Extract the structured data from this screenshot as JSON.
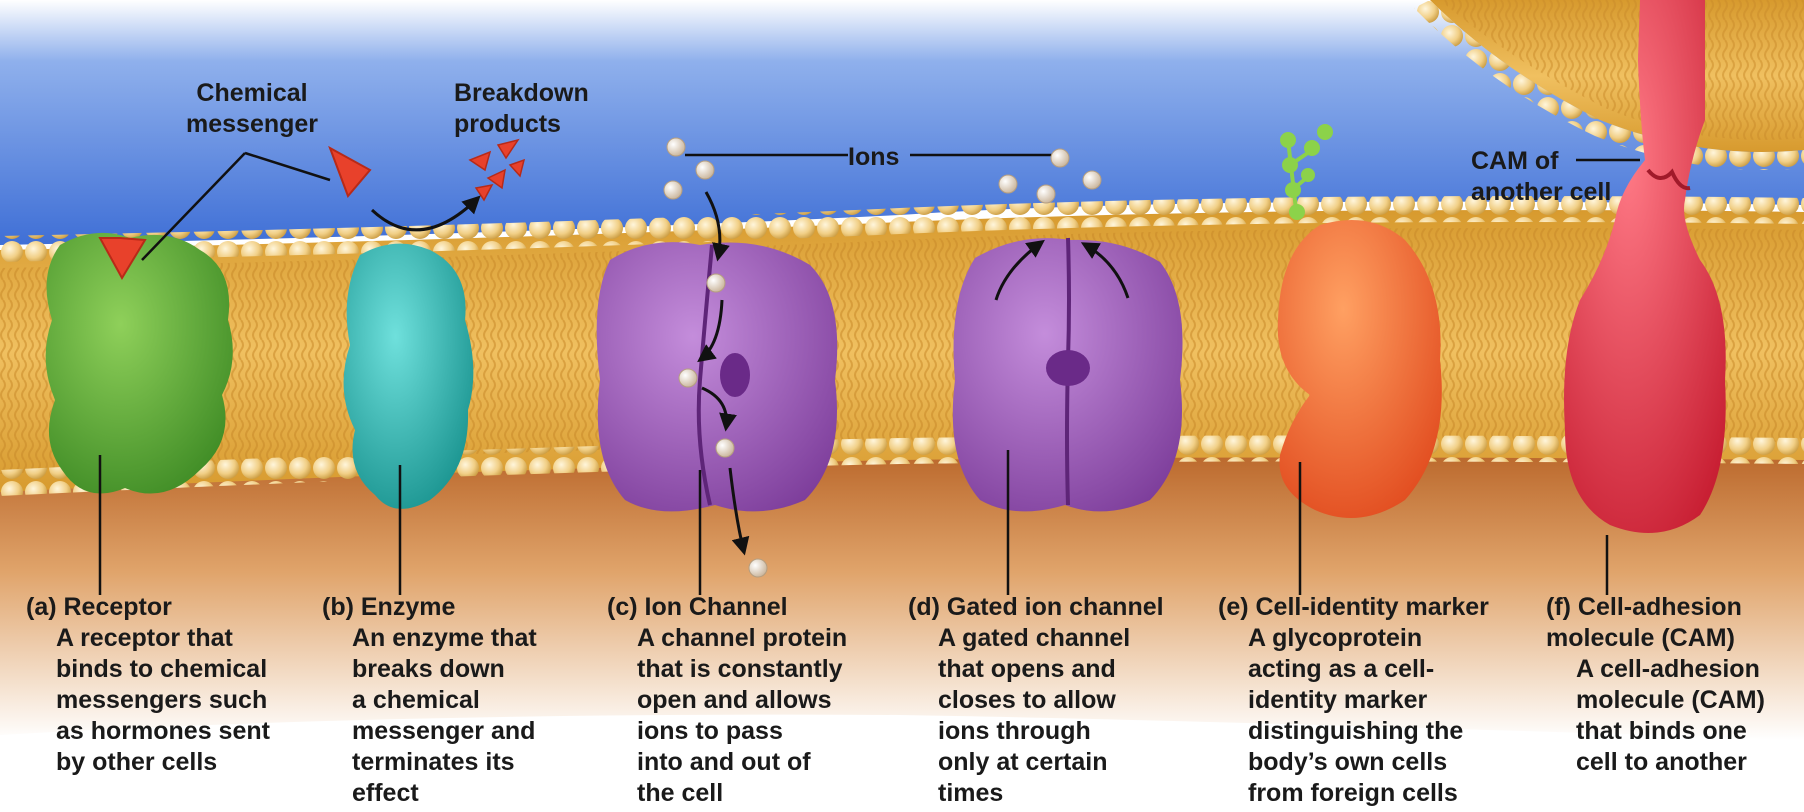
{
  "labels": {
    "chemical_messenger": "Chemical\nmessenger",
    "breakdown_products": "Breakdown\nproducts",
    "ions": "Ions",
    "cam_of_another_cell": "CAM of\nanother cell"
  },
  "proteins": [
    {
      "key": "a",
      "title": "(a) Receptor",
      "description": "A receptor that\nbinds to chemical\nmessengers such\nas hormones sent\nby other cells",
      "color": "#5ca33a"
    },
    {
      "key": "b",
      "title": "(b) Enzyme",
      "description": "An enzyme that\nbreaks down\na chemical\nmessenger and\nterminates its\neffect",
      "color": "#2fb7b3"
    },
    {
      "key": "c",
      "title": "(c) Ion Channel",
      "description": "A channel protein\nthat is constantly\nopen and allows\nions to pass\ninto and out of\nthe cell",
      "color": "#9a55b5"
    },
    {
      "key": "d",
      "title": "(d) Gated ion channel",
      "description": "A gated channel\nthat opens and\ncloses to allow\nions through\nonly at certain\ntimes",
      "color": "#9a55b5"
    },
    {
      "key": "e",
      "title": "(e) Cell-identity marker",
      "description": "A glycoprotein\nacting as a cell-\nidentity marker\ndistinguishing the\nbody’s own cells\nfrom foreign cells",
      "color": "#f26a2e"
    },
    {
      "key": "f",
      "title": "(f) Cell-adhesion\nmolecule (CAM)",
      "description": "A cell-adhesion\nmolecule (CAM)\nthat binds one\ncell to another",
      "color": "#e03a4a"
    }
  ],
  "colors": {
    "extracellular_fluid": "#3f6fd6",
    "cytoplasm": "#c8742e",
    "membrane_core": "#e6a93d",
    "phospholipid_head": "#f1cf86",
    "chemical_messenger": "#e8412b",
    "carbohydrate_chain": "#8cd24a"
  }
}
